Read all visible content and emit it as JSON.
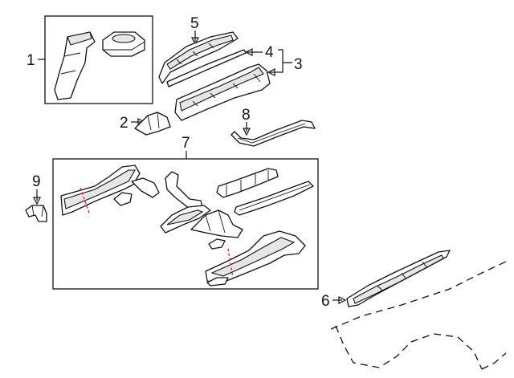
{
  "diagram": {
    "callouts": [
      {
        "id": "c1",
        "label": "1"
      },
      {
        "id": "c2",
        "label": "2"
      },
      {
        "id": "c3",
        "label": "3"
      },
      {
        "id": "c4",
        "label": "4"
      },
      {
        "id": "c5",
        "label": "5"
      },
      {
        "id": "c6",
        "label": "6"
      },
      {
        "id": "c7",
        "label": "7"
      },
      {
        "id": "c8",
        "label": "8"
      },
      {
        "id": "c9",
        "label": "9"
      }
    ],
    "colors": {
      "line": "#111111",
      "background": "#ffffff",
      "cut_line": "#e02020"
    }
  }
}
